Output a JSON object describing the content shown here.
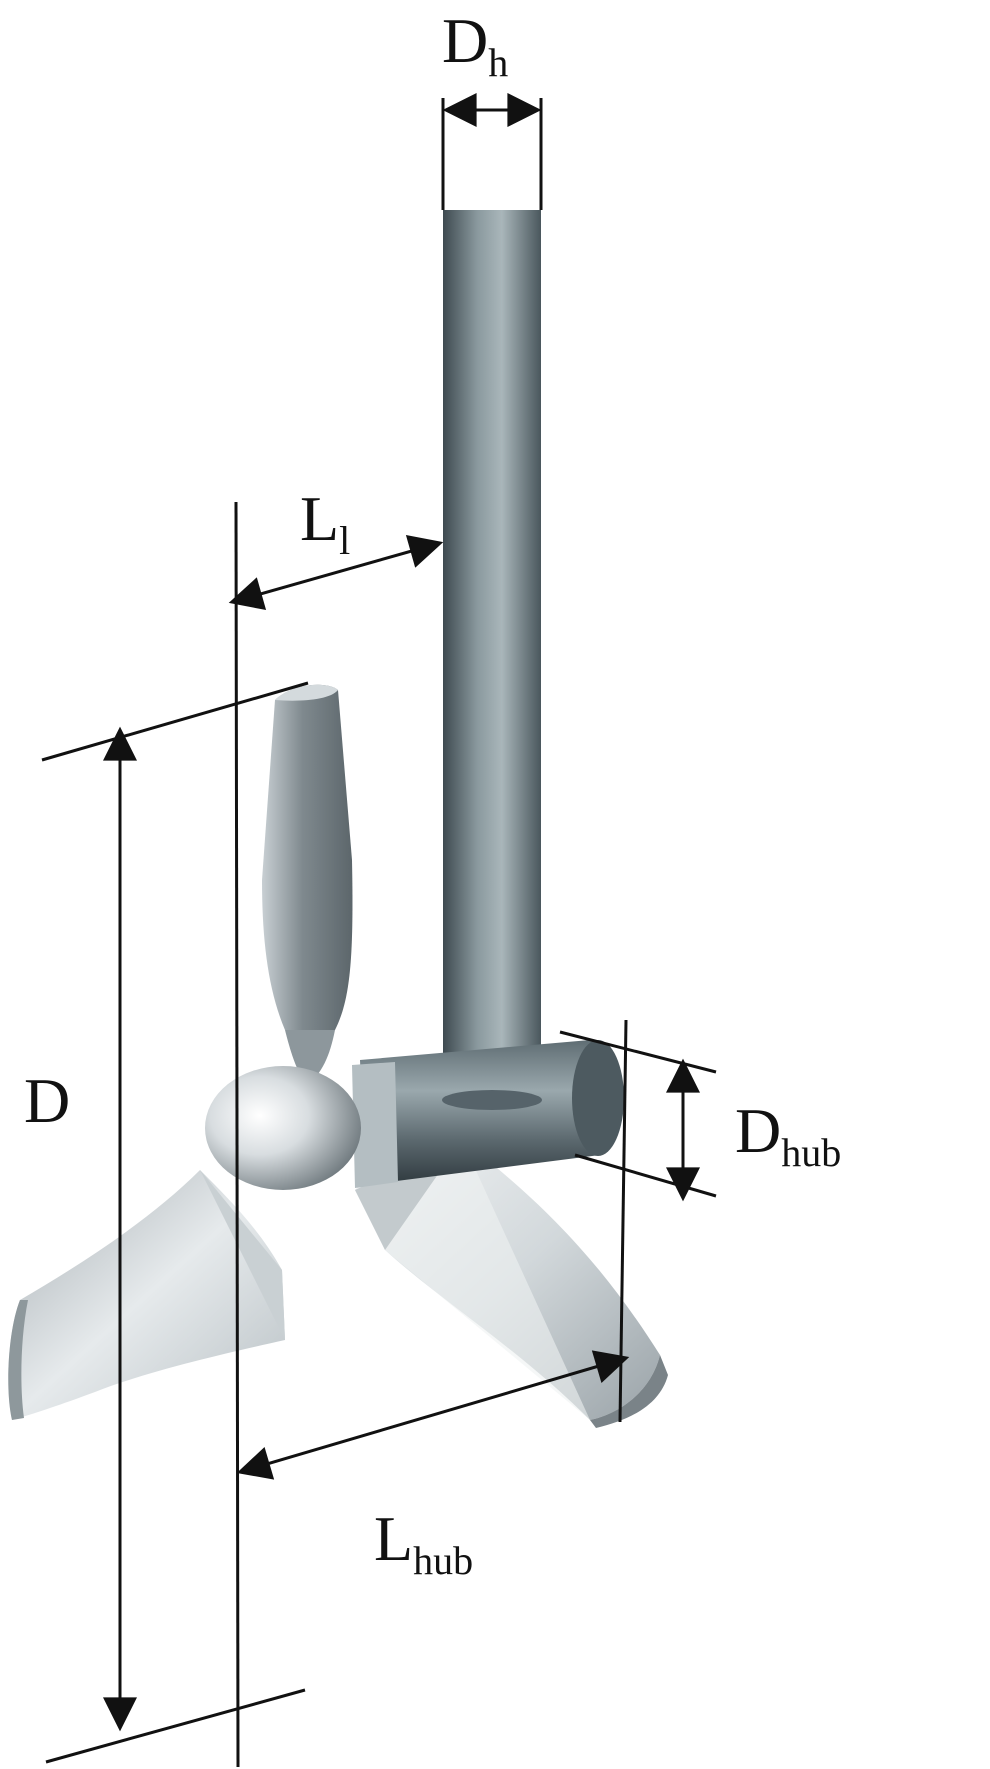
{
  "labels": {
    "shaft_diameter": {
      "main": "D",
      "sub": "h"
    },
    "clearance": {
      "main": "L",
      "sub": "l"
    },
    "impeller_diameter": {
      "main": "D",
      "sub": ""
    },
    "hub_diameter": {
      "main": "D",
      "sub": "hub"
    },
    "hub_length": {
      "main": "L",
      "sub": "hub"
    }
  },
  "colors": {
    "line": "#111111",
    "shaft_dark": "#3e4a50",
    "shaft_mid": "#7d8c92",
    "shaft_light": "#a9b6ba",
    "blade_light": "#e9ecee",
    "blade_mid": "#b9c0c4",
    "blade_dark": "#7a8388"
  }
}
